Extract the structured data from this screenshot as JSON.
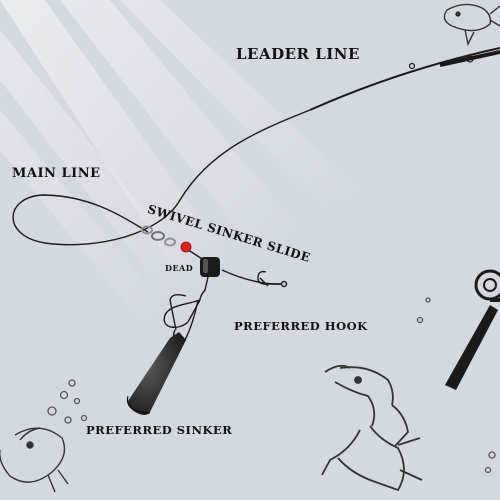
{
  "labels": {
    "leader_line": "LEADER LINE",
    "main_line": "MAIN LINE",
    "swivel_sinker_slide": "SWIVEL SINKER SLIDE",
    "dead": "DEAD",
    "preferred_hook": "PREFERRED HOOK",
    "preferred_sinker": "PREFERRED SINKER"
  },
  "icons": [
    "light-rays",
    "fishing-rod",
    "fishing-line",
    "barrel-swivel",
    "bead",
    "sinker-slide",
    "snap-clip",
    "cone-sinker",
    "hook",
    "fish-sketch",
    "bubbles",
    "fishing-reel"
  ],
  "colors": {
    "background": "#d4d9df",
    "line": "#1a1a1a",
    "bead": "#e0201c",
    "hardware": "#1c1c1c",
    "metal": "#9aa0a6"
  }
}
